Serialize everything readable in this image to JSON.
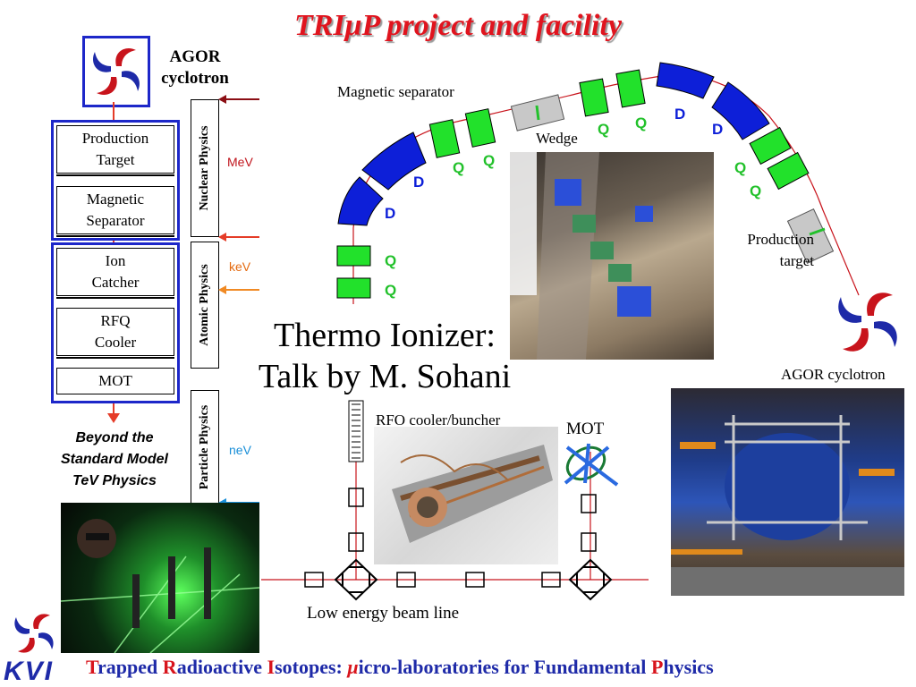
{
  "title": "TRIμP project and facility",
  "agor_top_label": [
    "AGOR",
    "cyclotron"
  ],
  "stages_top": [
    {
      "label_lines": [
        "Production",
        "Target"
      ]
    },
    {
      "label_lines": [
        "Magnetic",
        "Separator"
      ]
    }
  ],
  "stages_bottom": [
    {
      "label_lines": [
        "Ion",
        "Catcher"
      ]
    },
    {
      "label_lines": [
        "RFQ",
        "Cooler"
      ]
    },
    {
      "label_lines": [
        "MOT"
      ]
    }
  ],
  "physics_labels": [
    "Nuclear Physics",
    "Atomic Physics",
    "Particle Physics"
  ],
  "energies": [
    {
      "label": "MeV",
      "color": "#c0141c"
    },
    {
      "label": "keV",
      "color": "#e46a10"
    },
    {
      "label": "neV",
      "color": "#1a8fd8"
    }
  ],
  "beyond_lines": [
    "Beyond the",
    "Standard Model",
    "TeV Physics"
  ],
  "beamline": {
    "magnetic_separator": "Magnetic separator",
    "wedge": "Wedge",
    "production_target_lines": [
      "Production",
      "target"
    ],
    "agor_cyclotron": "AGOR cyclotron",
    "rfo_cooler": "RFO cooler/buncher",
    "mot": "MOT",
    "low_energy": "Low energy beam line",
    "d_label": "D",
    "q_label": "Q"
  },
  "talk_lines": [
    "Thermo Ionizer:",
    "Talk by M. Sohani"
  ],
  "footer": {
    "parts": [
      {
        "text": "T",
        "red": true
      },
      {
        "text": "rapped ",
        "red": false
      },
      {
        "text": "R",
        "red": true
      },
      {
        "text": "adioactive ",
        "red": false
      },
      {
        "text": "I",
        "red": true
      },
      {
        "text": "sotopes: ",
        "red": false
      },
      {
        "text": "μ",
        "red": true
      },
      {
        "text": "icro-laboratories for Fundamental ",
        "red": false
      },
      {
        "text": "P",
        "red": true
      },
      {
        "text": "hysics",
        "red": false
      }
    ]
  },
  "kvi": "KVI",
  "colors": {
    "title": "#e0141e",
    "box_border": "#1d27c9",
    "dipole": "#0d1fd8",
    "quad": "#22e12b",
    "beam": "#c8141c"
  }
}
